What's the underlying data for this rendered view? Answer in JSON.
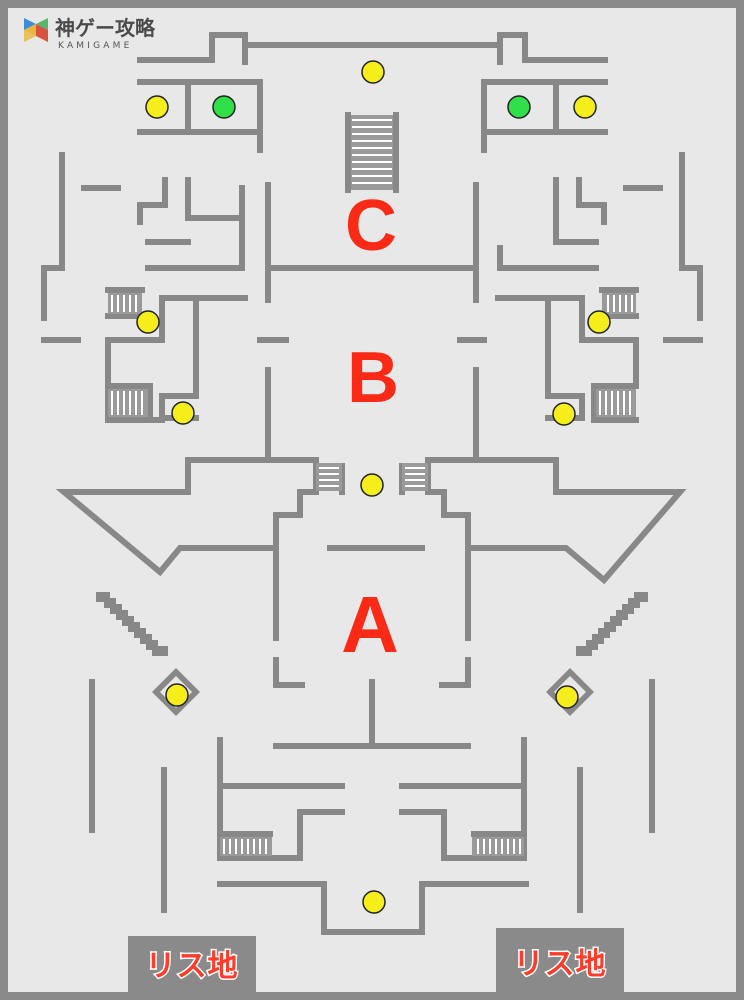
{
  "logo": {
    "title": "神ゲー攻略",
    "subtitle": "KAMIGAME",
    "colors": [
      "#3d8bd9",
      "#e7b63a",
      "#d9523f",
      "#56b86e"
    ]
  },
  "zones": [
    {
      "id": "a",
      "label": "A"
    },
    {
      "id": "b",
      "label": "B"
    },
    {
      "id": "c",
      "label": "C"
    }
  ],
  "spawns": [
    {
      "id": "left",
      "label": "リス地"
    },
    {
      "id": "right",
      "label": "リス地"
    }
  ],
  "markers": [
    {
      "color": "yellow",
      "hex": "#f5ee1a"
    },
    {
      "color": "green",
      "hex": "#2fe04a"
    }
  ],
  "colors": {
    "background": "#e8e8e8",
    "frame": "#8a8a8a",
    "wall": "#888888",
    "zone_label": "#fa2a16"
  }
}
